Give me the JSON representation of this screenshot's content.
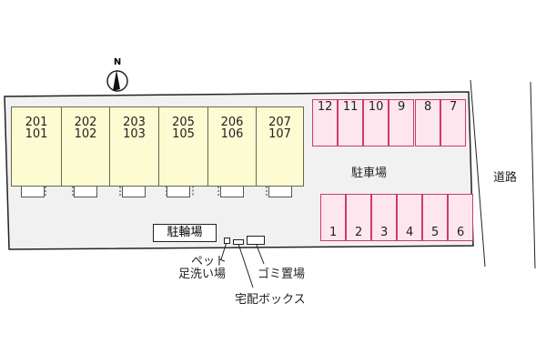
{
  "compass": {
    "label": "N"
  },
  "units": [
    {
      "upper": "201",
      "lower": "101"
    },
    {
      "upper": "202",
      "lower": "102"
    },
    {
      "upper": "203",
      "lower": "103"
    },
    {
      "upper": "205",
      "lower": "105"
    },
    {
      "upper": "206",
      "lower": "106"
    },
    {
      "upper": "207",
      "lower": "107"
    }
  ],
  "parking_top": [
    "12",
    "11",
    "10",
    "9",
    "8",
    "7"
  ],
  "parking_bottom": [
    "1",
    "2",
    "3",
    "4",
    "5",
    "6"
  ],
  "labels": {
    "parking": "駐車場",
    "road": "道路",
    "bicycle": "駐輪場",
    "pet_line1": "ペット",
    "pet_line2": "足洗い場",
    "garbage": "ゴミ置場",
    "delivery_box": "宅配ボックス"
  },
  "colors": {
    "building": "#fdfbd2",
    "parking_fill": "#fde6ee",
    "parking_border": "#d03a66",
    "lot": "#f1f1f1"
  }
}
